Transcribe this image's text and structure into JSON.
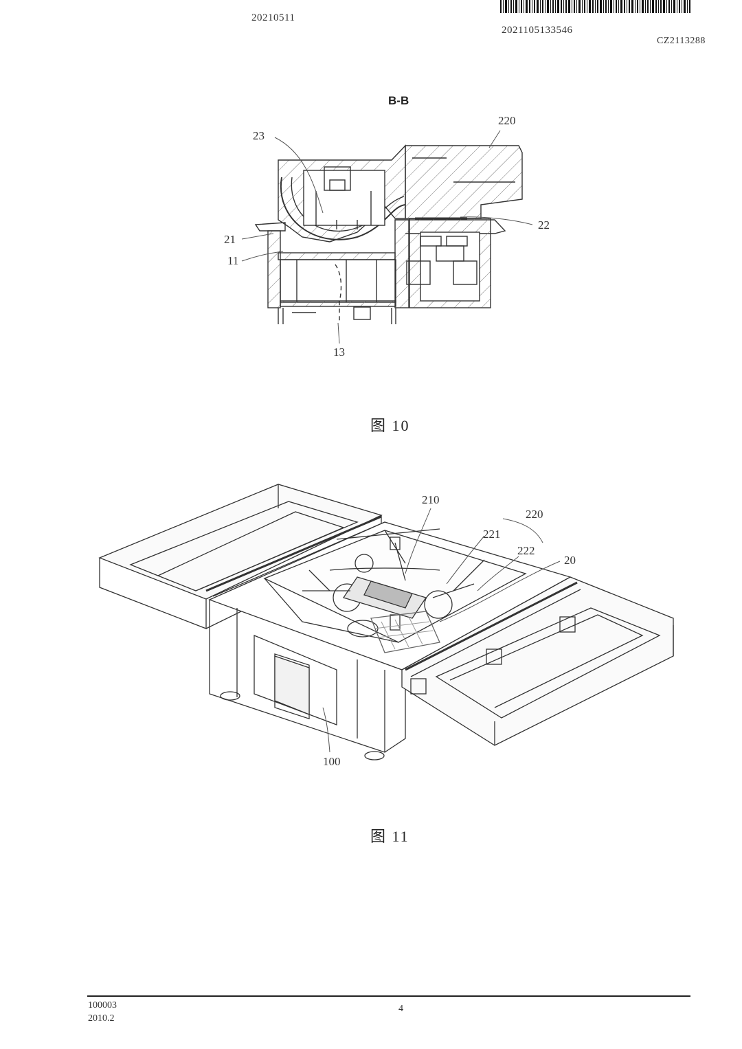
{
  "header": {
    "date": "20210511",
    "doc_number": "2021105133546",
    "code": "CZ2113288"
  },
  "figure10": {
    "section_label": "B-B",
    "caption": "图 10",
    "refs": {
      "r220": "220",
      "r23": "23",
      "r22": "22",
      "r21": "21",
      "r11": "11",
      "r13": "13"
    }
  },
  "figure11": {
    "caption": "图 11",
    "refs": {
      "r210": "210",
      "r220": "220",
      "r221": "221",
      "r222": "222",
      "r20": "20",
      "r100": "100"
    }
  },
  "footer": {
    "code": "100003",
    "version": "2010.2",
    "page": "4"
  }
}
